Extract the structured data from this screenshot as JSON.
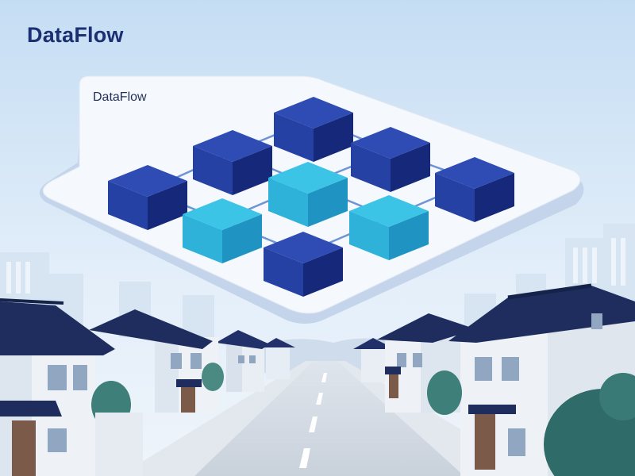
{
  "header": {
    "title": "DataFlow"
  },
  "card": {
    "label": "DataFlow"
  },
  "colors": {
    "sky_top": "#c7def3",
    "sky_bottom": "#e9f3fb",
    "card_fill": "#f4f8fc",
    "cube_dark_top": "#2e4cb4",
    "cube_dark_left": "#2541a3",
    "cube_dark_right": "#16287a",
    "cube_light_top": "#3cc4e6",
    "cube_light_left": "#2eb2da",
    "cube_light_right": "#1f94c2",
    "connector": "#6f94d6",
    "roof": "#1e2d5e",
    "road": "#cfd6df"
  },
  "illustration": {
    "subject": "isometric data-node network floating above a residential street",
    "cube_icons": [
      "cube-dark-icon",
      "cube-light-icon"
    ]
  }
}
